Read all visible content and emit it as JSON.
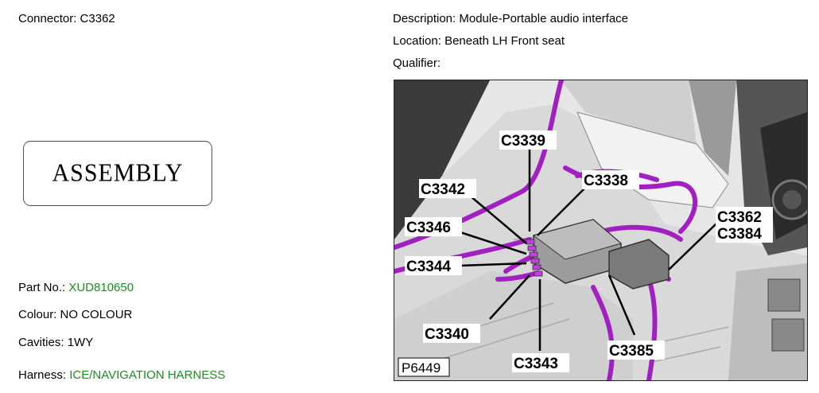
{
  "left": {
    "connector_label": "Connector:",
    "connector_value": "C3362",
    "assembly_label": "ASSEMBLY",
    "part_no_label": "Part No.:",
    "part_no_value": "XUD810650",
    "colour_label": "Colour:",
    "colour_value": "NO COLOUR",
    "cavities_label": "Cavities:",
    "cavities_value": "1WY",
    "harness_label": "Harness:",
    "harness_value": "ICE/NAVIGATION HARNESS"
  },
  "right": {
    "description_label": "Description:",
    "description_value": "Module-Portable audio interface",
    "location_label": "Location:",
    "location_value": "Beneath LH Front seat",
    "qualifier_label": "Qualifier:",
    "qualifier_value": ""
  },
  "diagram": {
    "figure_id": "P6449",
    "callouts": [
      "C3339",
      "C3342",
      "C3338",
      "C3346",
      "C3362",
      "C3384",
      "C3344",
      "C3340",
      "C3343",
      "C3385"
    ]
  },
  "colors": {
    "link_green": "#1e8c1e",
    "harness_purple": "#a020c0"
  }
}
